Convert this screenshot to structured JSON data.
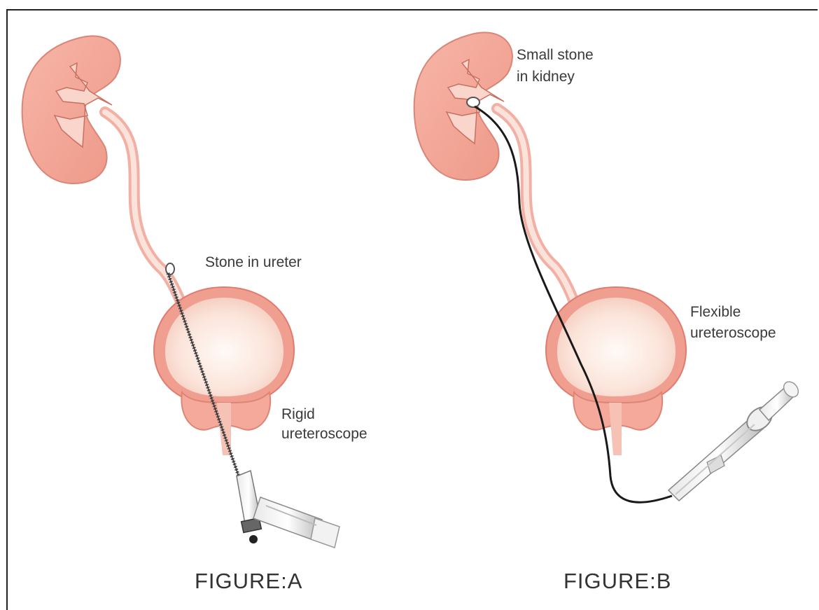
{
  "figure_a": {
    "stone_label": "Stone in ureter",
    "scope_label_line1": "Rigid",
    "scope_label_line2": "ureteroscope",
    "caption": "FIGURE:A"
  },
  "figure_b": {
    "stone_label_line1": "Small stone",
    "stone_label_line2": "in kidney",
    "scope_label_line1": "Flexible",
    "scope_label_line2": "ureteroscope",
    "caption": "FIGURE:B"
  },
  "colors": {
    "organ_fill": "#f2a597",
    "organ_dark": "#e27f73",
    "organ_light": "#fbe6de",
    "instrument": "#8a8a8a",
    "cable": "#1a1a1a"
  }
}
